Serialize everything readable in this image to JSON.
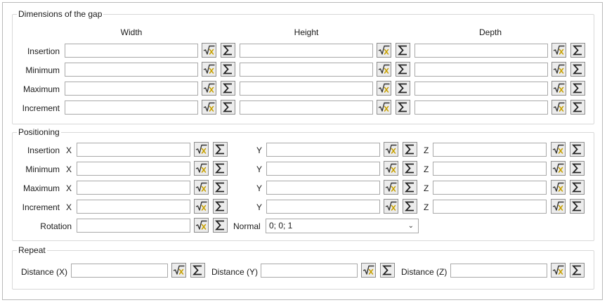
{
  "dimensions": {
    "title": "Dimensions of the gap",
    "columns": [
      "Width",
      "Height",
      "Depth"
    ],
    "rows": [
      "Insertion",
      "Minimum",
      "Maximum",
      "Increment"
    ]
  },
  "positioning": {
    "title": "Positioning",
    "rows": [
      "Insertion",
      "Minimum",
      "Maximum",
      "Increment"
    ],
    "axes": [
      "X",
      "Y",
      "Z"
    ],
    "rotation_label": "Rotation",
    "normal_label": "Normal",
    "normal_value": "0; 0; 1"
  },
  "repeat": {
    "title": "Repeat",
    "labels": [
      "Distance (X)",
      "Distance (Y)",
      "Distance (Z)"
    ]
  },
  "icons": {
    "formula": "square-root-formula-icon",
    "sum": "sigma-sum-icon"
  },
  "colors": {
    "border": "#a9a9a9",
    "button_bg": "#ececec",
    "formula_x": "#c8a000"
  }
}
